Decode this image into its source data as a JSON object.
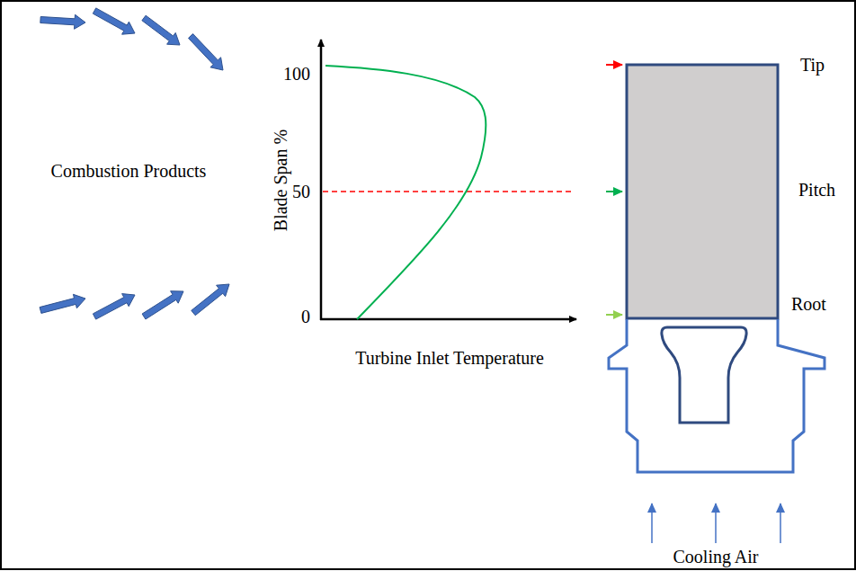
{
  "diagram": {
    "labels": [
      "Combustion Products",
      "Blade Span %",
      "100",
      "50",
      "0",
      "Turbine Inlet Temperature",
      "Tip",
      "Pitch",
      "Root",
      "Cooling Air"
    ]
  }
}
